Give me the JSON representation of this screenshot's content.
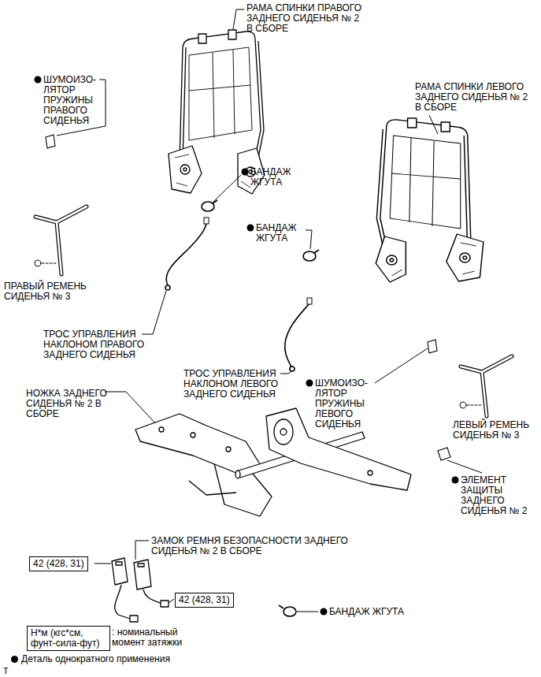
{
  "diagram": {
    "nodes": [
      {
        "text": [
          "42 (428, 31)"
        ]
      },
      {
        "text": [
          "42 (428, 31)"
        ]
      },
      {
        "text": [
          "Н*м (кгс*см, фунт-сила-фут)"
        ]
      }
    ],
    "labels": [
      "РАМА СПИНКИ ПРАВОГО ЗАДНЕГО СИДЕНЬЯ № 2 В СБОРЕ",
      "ШУМОИЗО- ЛЯТОР ПРУЖИНЫ ПРАВОГО СИДЕНЬЯ",
      "РАМА СПИНКИ ЛЕВОГО ЗАДНЕГО СИДЕНЬЯ № 2 В СБОРЕ",
      "БАНДАЖ ЖГУТА",
      "БАНДАЖ ЖГУТА",
      "ПРАВЫЙ РЕМЕНЬ СИДЕНЬЯ № 3",
      "ТРОС УПРАВЛЕНИЯ НАКЛОНОМ ПРАВОГО ЗАДНЕГО СИДЕНЬЯ",
      "ТРОС УПРАВЛЕНИЯ НАКЛОНОМ ЛЕВОГО ЗАДНЕГО СИДЕНЬЯ",
      "НОЖКА ЗАДНЕГО СИДЕНЬЯ № 2 В СБОРЕ",
      "ШУМОИЗО- ЛЯТОР ПРУЖИНЫ ЛЕВОГО СИДЕНЬЯ",
      "ЛЕВЫЙ РЕМЕНЬ СИДЕНЬЯ № 3",
      "ЭЛЕМЕНТ ЗАЩИТЫ ЗАДНЕГО СИДЕНЬЯ № 2",
      "ЗАМОК РЕМНЯ БЕЗОПАСНОСТИ ЗАДНЕГО СИДЕНЬЯ № 2 В СБОРЕ",
      "БАНДАЖ ЖГУТА",
      ": номинальный момент затяжки",
      "T"
    ],
    "legend": [
      {
        "text": "Деталь однократного применения"
      }
    ]
  }
}
